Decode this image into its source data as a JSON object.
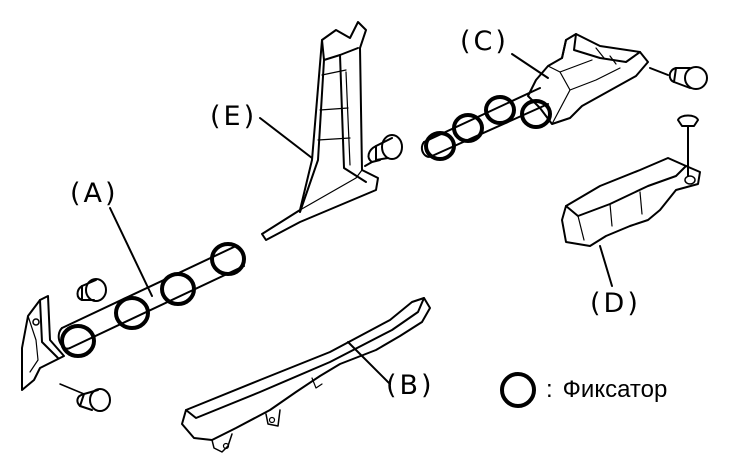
{
  "labels": {
    "a": "(A)",
    "b": "(B)",
    "c": "(C)",
    "d": "(D)",
    "e": "(E)"
  },
  "legend": {
    "symbol": "circle",
    "separator": ":",
    "text": "Фиксатор"
  },
  "colors": {
    "line": "#000000",
    "background": "#ffffff"
  }
}
